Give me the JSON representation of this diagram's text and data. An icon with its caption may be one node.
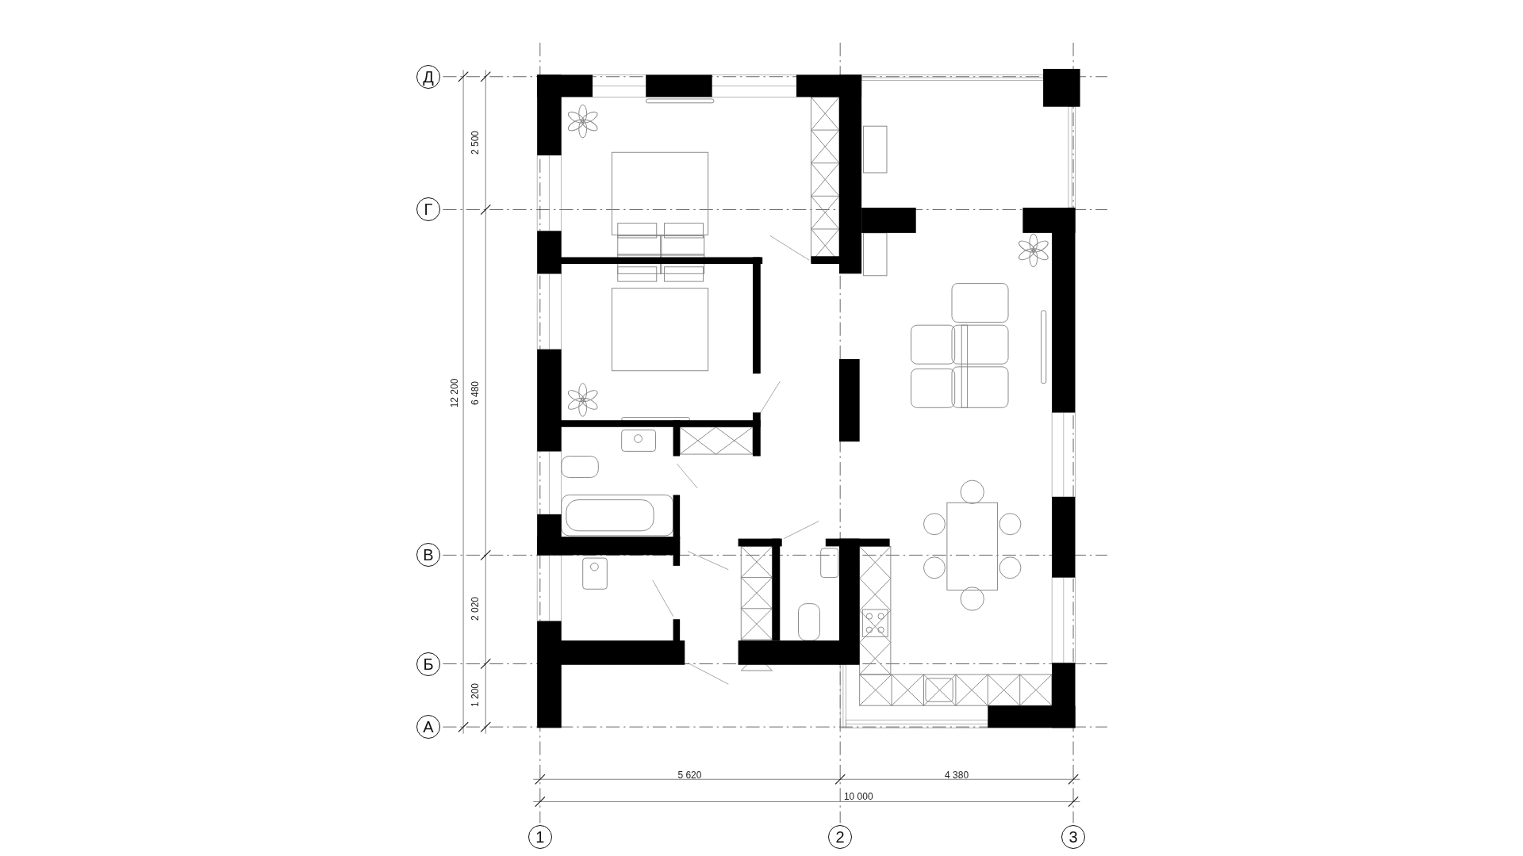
{
  "diagram": {
    "nodes": [
      {
        "text": [
          "Д"
        ]
      },
      {
        "text": [
          "Г"
        ]
      },
      {
        "text": [
          "В"
        ]
      },
      {
        "text": [
          "Б"
        ]
      },
      {
        "text": [
          "А"
        ]
      },
      {
        "text": [
          "1"
        ]
      },
      {
        "text": [
          "2"
        ]
      },
      {
        "text": [
          "3"
        ]
      }
    ],
    "labels": [
      "2 500",
      "12 200",
      "6 480",
      "2 020",
      "1 200",
      "5 620",
      "4 380",
      "10 000"
    ]
  }
}
